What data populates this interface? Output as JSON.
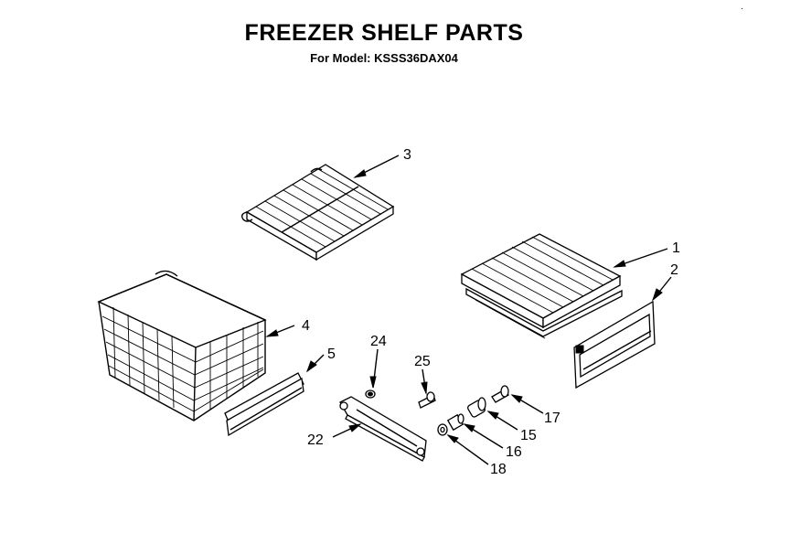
{
  "header": {
    "title": "FREEZER SHELF PARTS",
    "subtitle": "For Model: KSSS36DAX04"
  },
  "callouts": {
    "shelf_wire": "1",
    "shelf_front": "2",
    "shelf_upper": "3",
    "basket": "4",
    "basket_trim": "5",
    "bracket": "22",
    "screw_small": "24",
    "screw_long": "25",
    "roller": "15",
    "spacer": "16",
    "bolt": "17",
    "washer": "18"
  }
}
